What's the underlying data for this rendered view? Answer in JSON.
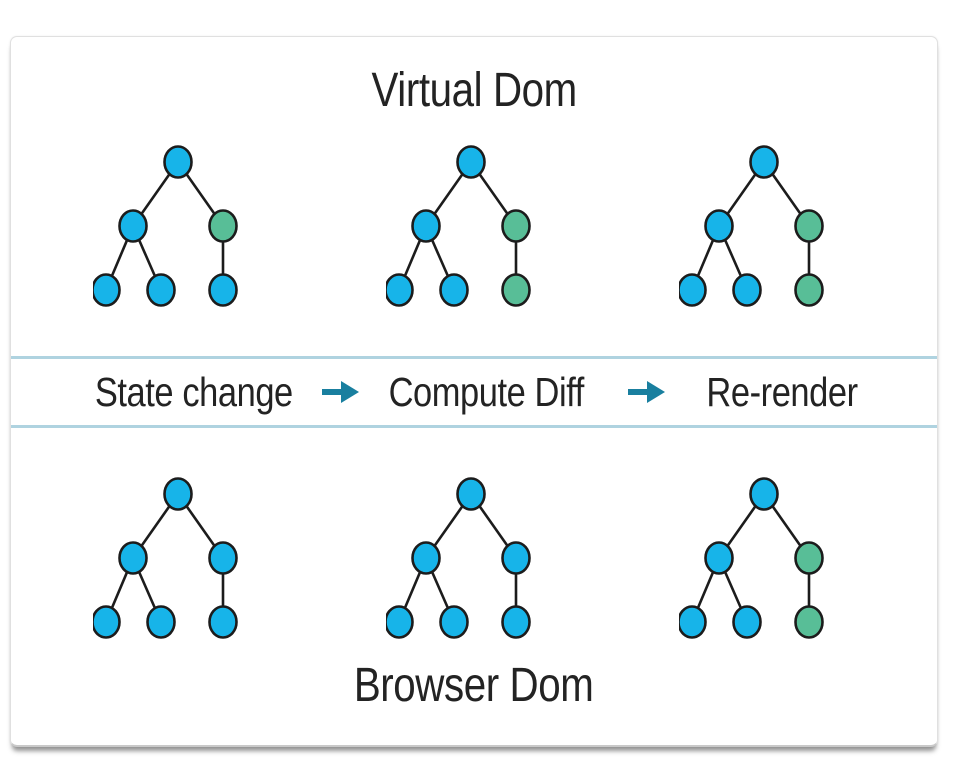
{
  "colors": {
    "node_blue": "#17b4e9",
    "node_green": "#58be97",
    "node_outline": "#1c1c1c",
    "edge": "#1c1c1c",
    "arrow": "#197f9f",
    "divider": "#afd3e0",
    "text": "#232323",
    "card_background": "#ffffff",
    "card_border": "#e0e0e0"
  },
  "virtual_dom": {
    "title": "Virtual Dom",
    "trees": [
      {
        "nodes": [
          "blue",
          "blue",
          "green",
          "blue",
          "blue",
          "blue"
        ]
      },
      {
        "nodes": [
          "blue",
          "blue",
          "green",
          "blue",
          "blue",
          "green"
        ]
      },
      {
        "nodes": [
          "blue",
          "blue",
          "green",
          "blue",
          "blue",
          "green"
        ]
      }
    ]
  },
  "process": {
    "step1": "State change",
    "step2": "Compute Diff",
    "step3": "Re-render",
    "arrow_icon": "right-arrow"
  },
  "browser_dom": {
    "title": "Browser Dom",
    "trees": [
      {
        "nodes": [
          "blue",
          "blue",
          "blue",
          "blue",
          "blue",
          "blue"
        ]
      },
      {
        "nodes": [
          "blue",
          "blue",
          "blue",
          "blue",
          "blue",
          "blue"
        ]
      },
      {
        "nodes": [
          "blue",
          "blue",
          "green",
          "blue",
          "blue",
          "green"
        ]
      }
    ]
  }
}
